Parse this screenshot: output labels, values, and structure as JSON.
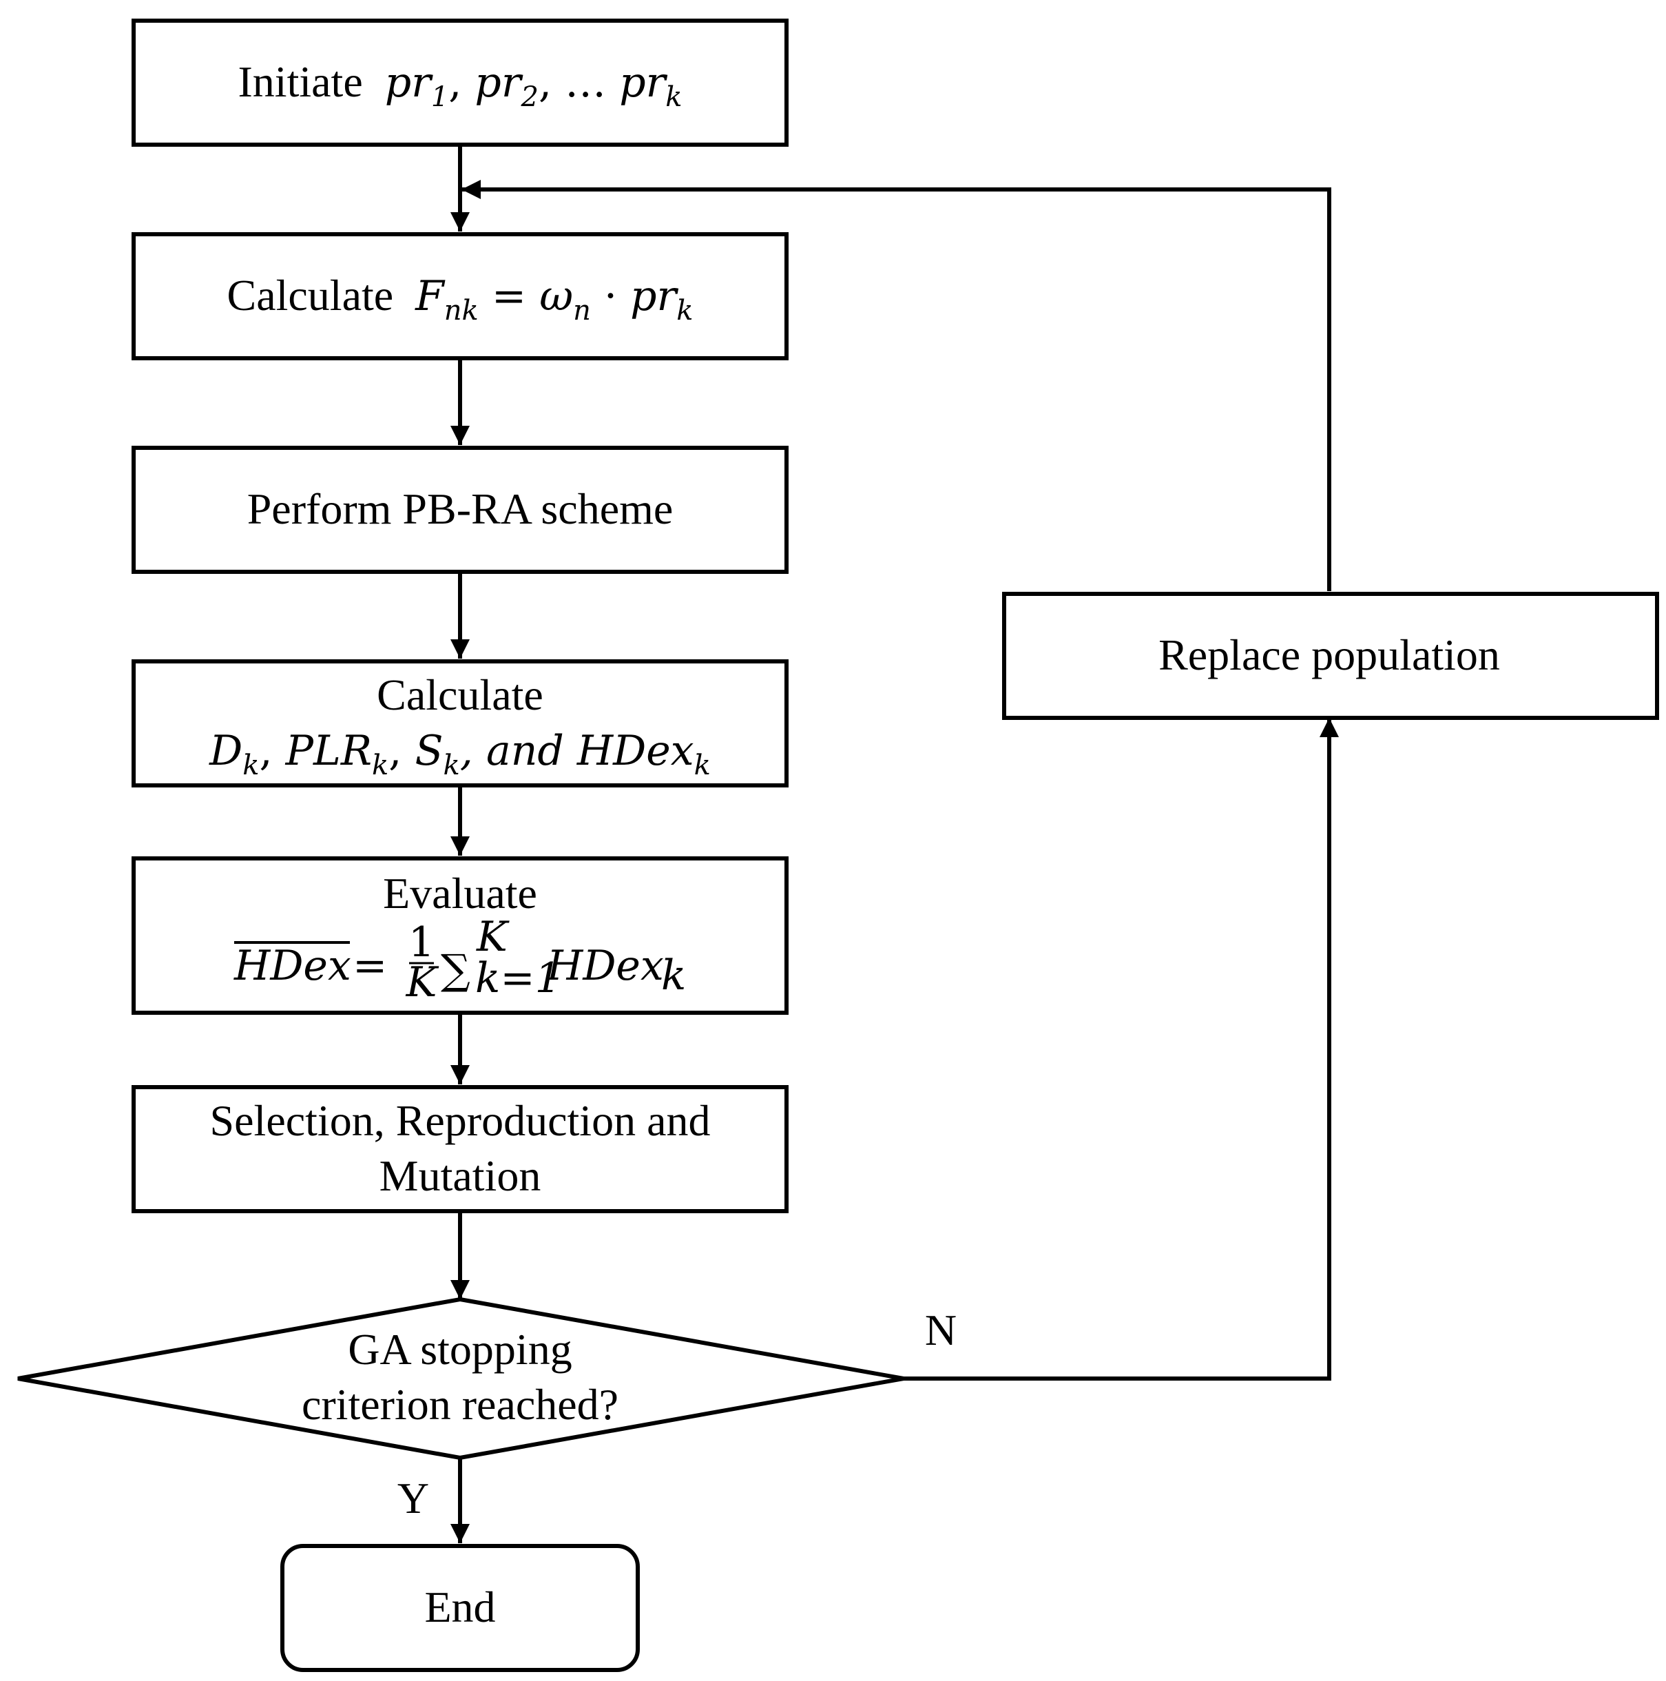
{
  "nodes": {
    "initiate": {
      "text": "Initiate",
      "math": [
        "pr",
        "1",
        ", ",
        "pr",
        "2",
        ", … ",
        "pr",
        "k"
      ]
    },
    "calc_f": {
      "text": "Calculate",
      "math": [
        "F",
        "nk",
        " = ",
        "ω",
        "n",
        " · ",
        "pr",
        "k"
      ]
    },
    "pbra": {
      "text": "Perform PB-RA scheme"
    },
    "calc_d": {
      "line1": "Calculate",
      "math": [
        "D",
        "k",
        ", ",
        "PLR",
        "k",
        ", ",
        "S",
        "k",
        ", and ",
        "HDex",
        "k"
      ]
    },
    "evaluate": {
      "line1": "Evaluate",
      "math": [
        "HDex",
        " = ",
        "1",
        "K",
        "∑",
        "k=1",
        "K",
        "HDex",
        "k"
      ]
    },
    "selection": {
      "line1": "Selection, Reproduction and",
      "line2": "Mutation"
    },
    "decision": {
      "line1": "GA stopping",
      "line2": "criterion reached?"
    },
    "end": {
      "text": "End"
    },
    "replace": {
      "text": "Replace population"
    }
  },
  "edges": {
    "no_label": "N",
    "yes_label": "Y"
  }
}
